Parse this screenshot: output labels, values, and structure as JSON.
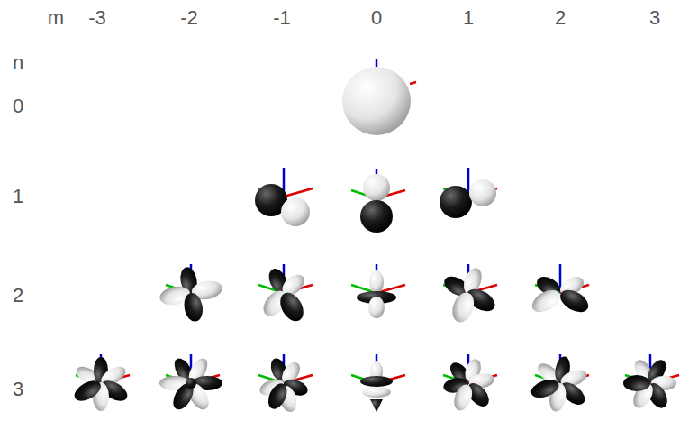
{
  "diagram": {
    "labels": [
      "m",
      "-3",
      "-2",
      "-1",
      "0",
      "1",
      "2",
      "3",
      "n",
      "0",
      "1",
      "2",
      "3"
    ]
  }
}
